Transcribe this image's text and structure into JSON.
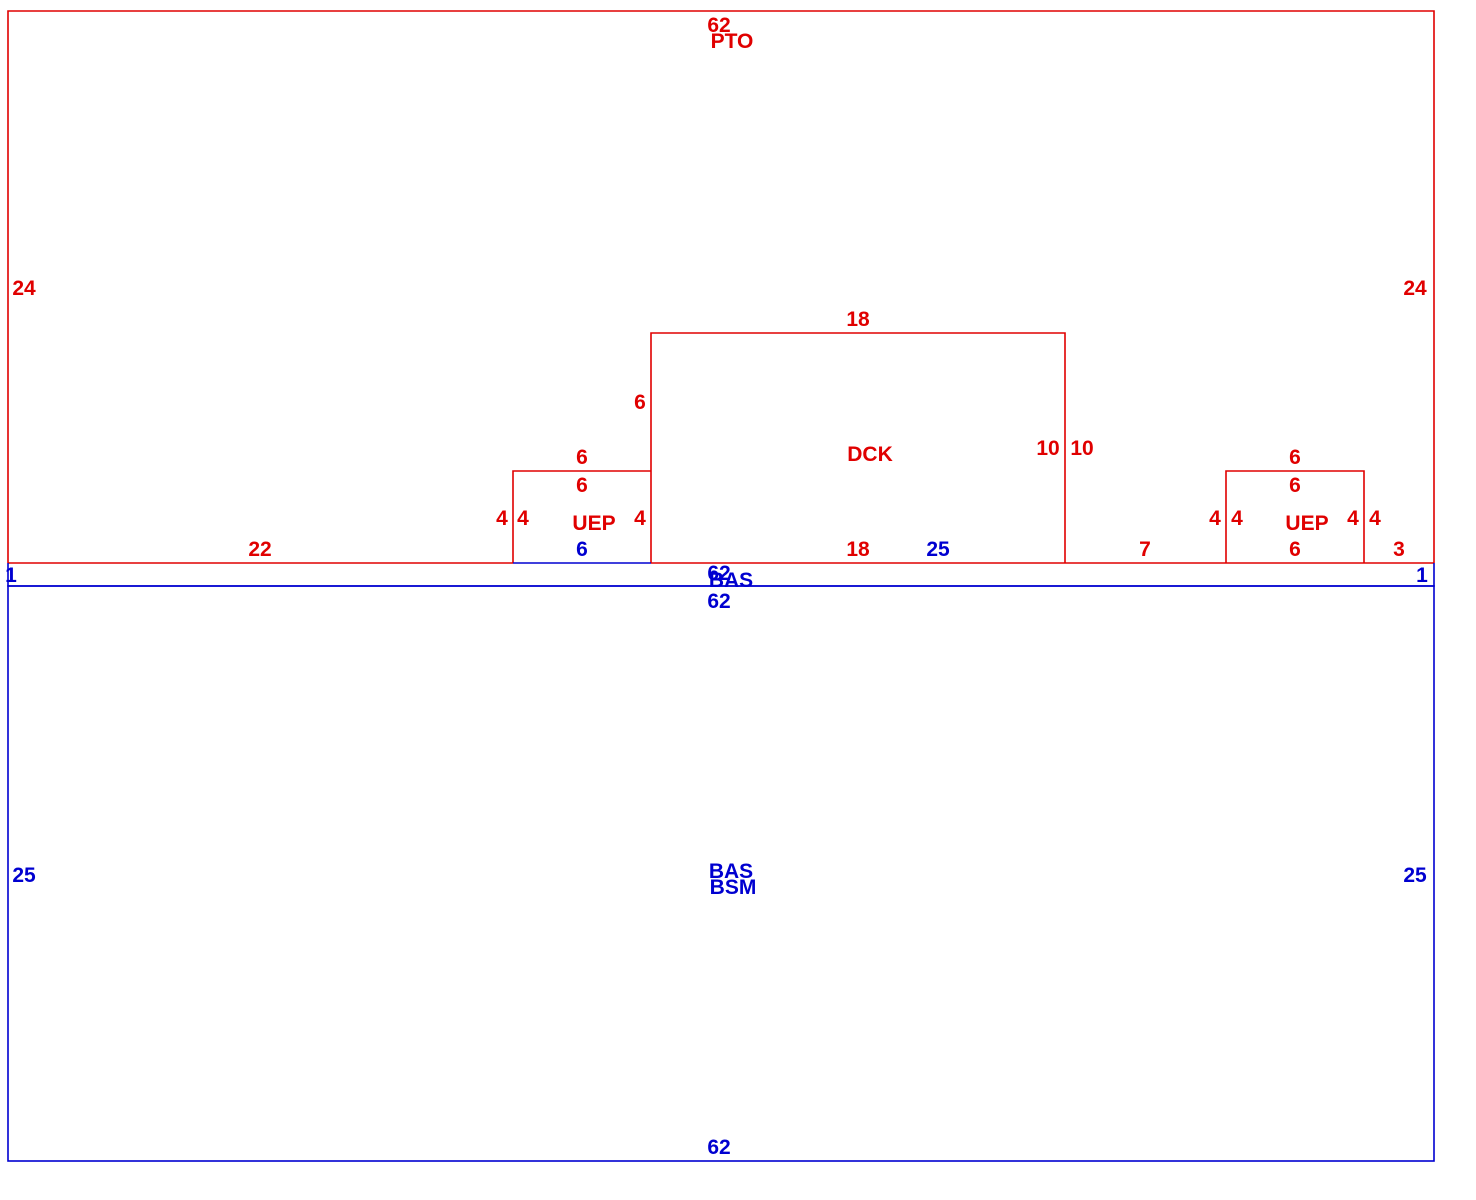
{
  "colors": {
    "upper": "#e00000",
    "lower": "#0000d0",
    "background": "#ffffff"
  },
  "areas": {
    "pto": {
      "label": "PTO",
      "top": "62",
      "left": "24",
      "right": "24",
      "bottom_left": "22",
      "bottom_middle": "25",
      "bottom_right_a": "7",
      "bottom_right_b": "3"
    },
    "dck": {
      "label": "DCK",
      "top": "18",
      "bottom": "18",
      "left": "6",
      "right_inner": "10",
      "right_outer": "10"
    },
    "uep_left": {
      "label": "UEP",
      "top_outer": "6",
      "top_inner": "6",
      "bottom": "6",
      "left_outer": "4",
      "left_inner": "4",
      "right": "4"
    },
    "uep_right": {
      "label": "UEP",
      "top_outer": "6",
      "top_inner": "6",
      "bottom": "6",
      "left_outer": "4",
      "left_inner": "4",
      "right_inner": "4",
      "right_outer": "4"
    },
    "bas_strip": {
      "label": "BAS",
      "top": "62",
      "left": "1",
      "right": "1"
    },
    "bas_main": {
      "label": "BAS",
      "label_2": "BSM",
      "top": "62",
      "bottom": "62",
      "left": "25",
      "right": "25"
    }
  }
}
